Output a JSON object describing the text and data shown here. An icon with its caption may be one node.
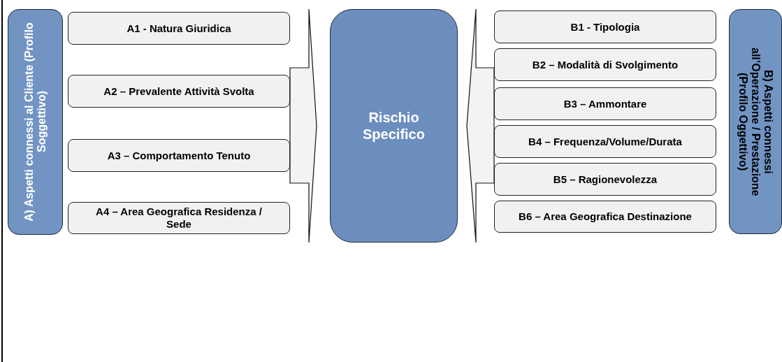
{
  "diagram": {
    "nodes": [
      {
        "text": [
          "A) Aspetti connessi al Cliente (Profilo Soggettivo)"
        ]
      },
      {
        "text": [
          "A1 - Natura Giuridica"
        ]
      },
      {
        "text": [
          "A2 – Prevalente Attività Svolta"
        ]
      },
      {
        "text": [
          "A3 – Comportamento Tenuto"
        ]
      },
      {
        "text": [
          "A4 – Area Geografica Residenza / Sede"
        ]
      },
      {
        "text": [
          "Rischio Specifico"
        ]
      },
      {
        "text": [
          "B1 - Tipologia"
        ]
      },
      {
        "text": [
          "B2 – Modalità di Svolgimento"
        ]
      },
      {
        "text": [
          "B3 – Ammontare"
        ]
      },
      {
        "text": [
          "B4 – Frequenza/Volume/Durata"
        ]
      },
      {
        "text": [
          "B5 – Ragionevolezza"
        ]
      },
      {
        "text": [
          "B6 – Area Geografica Destinazione"
        ]
      },
      {
        "text": [
          "B) Aspetti connessi all’Operazione / Prestazione (Profilo Oggettivo)"
        ]
      }
    ],
    "edges": [
      {
        "from": 1,
        "to": 5,
        "arrow": "to"
      },
      {
        "from": 2,
        "to": 5,
        "arrow": "to"
      },
      {
        "from": 3,
        "to": 5,
        "arrow": "to"
      },
      {
        "from": 4,
        "to": 5,
        "arrow": "to"
      },
      {
        "from": 6,
        "to": 5,
        "arrow": "to"
      },
      {
        "from": 7,
        "to": 5,
        "arrow": "to"
      },
      {
        "from": 8,
        "to": 5,
        "arrow": "to"
      },
      {
        "from": 9,
        "to": 5,
        "arrow": "to"
      },
      {
        "from": 10,
        "to": 5,
        "arrow": "to"
      },
      {
        "from": 11,
        "to": 5,
        "arrow": "to"
      }
    ]
  }
}
